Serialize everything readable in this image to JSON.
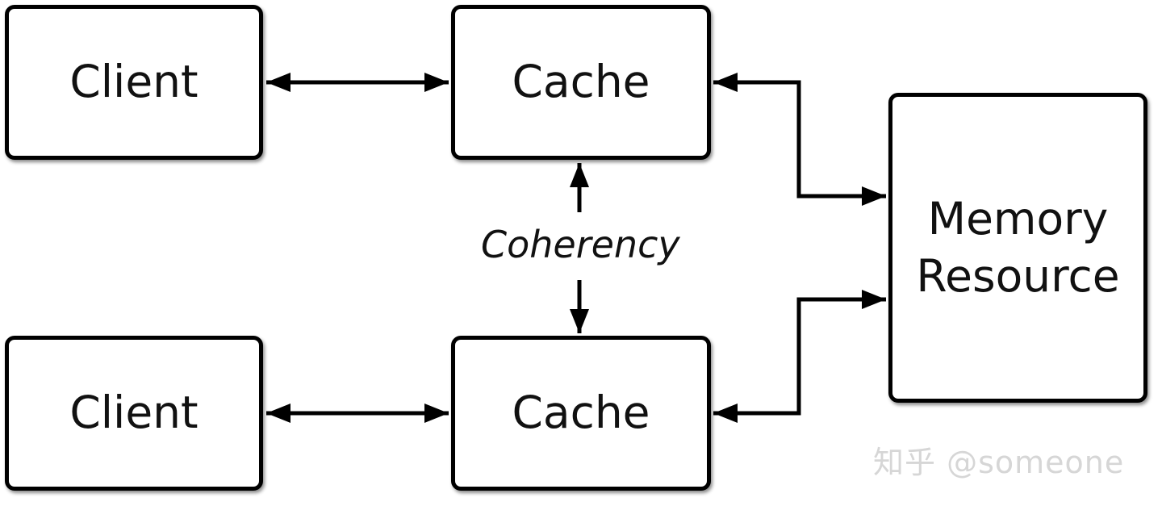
{
  "boxes": {
    "client_top": "Client",
    "cache_top": "Cache",
    "client_bottom": "Client",
    "cache_bottom": "Cache",
    "memory_line1": "Memory",
    "memory_line2": "Resource"
  },
  "coherency_label": "Coherency",
  "watermark": "知乎 @someone",
  "colors": {
    "stroke": "#000000",
    "background": "#ffffff",
    "watermark": "#d6d6d6"
  }
}
